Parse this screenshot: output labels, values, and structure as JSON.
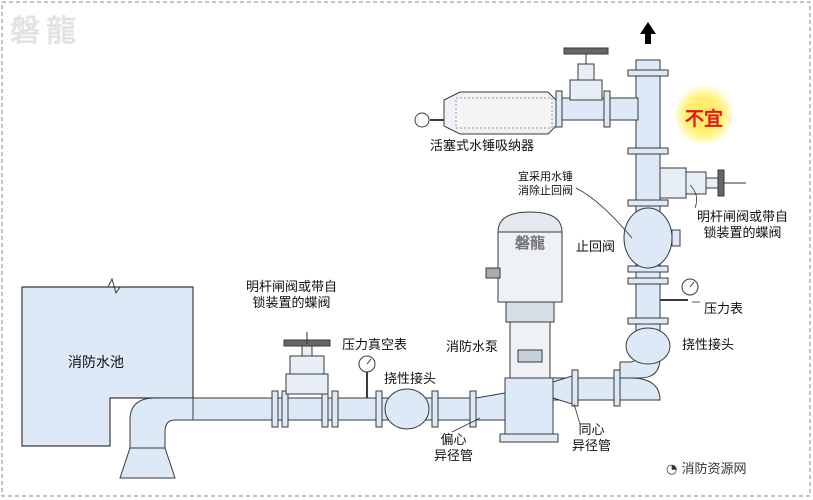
{
  "watermark": {
    "logo_text": "磐龍",
    "source_text": "消防资源网",
    "wechat_icon": "wechat-icon"
  },
  "badge": {
    "text": "不宜"
  },
  "labels": {
    "pool": "消防水池",
    "suction_valve": [
      "明杆闸阀或带自",
      "锁装置的蝶阀"
    ],
    "vacuum_gauge": "压力真空表",
    "flexible_joint_suction": "挠性接头",
    "pump": "消防水泵",
    "eccentric_reducer": [
      "偏心",
      "异径管"
    ],
    "concentric_reducer": [
      "同心",
      "异径管"
    ],
    "flexible_joint_discharge": "挠性接头",
    "pressure_gauge": "压力表",
    "check_valve": "止回阀",
    "check_valve_note": [
      "宜采用水锤",
      "消除止回阀"
    ],
    "discharge_valve": [
      "明杆闸阀或带自",
      "锁装置的蝶阀"
    ],
    "water_hammer_arrester": "活塞式水锤吸纳器",
    "motor_logo": "磐龍"
  },
  "colors": {
    "pipe": "#dde9f7",
    "pipe_stroke": "#3a3a3a",
    "badge_text": "#e21616",
    "badge_glow": "#fff27a"
  }
}
